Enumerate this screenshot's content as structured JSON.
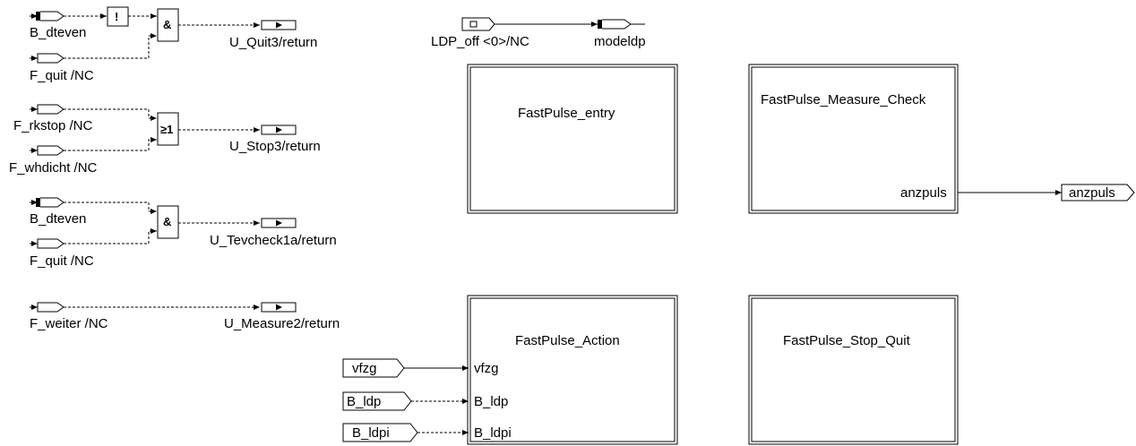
{
  "logic": {
    "quit3": {
      "in1": "B_dteven",
      "in2": "F_quit /NC",
      "not_symbol": "!",
      "op": "&",
      "out": "U_Quit3/return"
    },
    "stop3": {
      "in1": "F_rkstop /NC",
      "in2": "F_whdicht /NC",
      "op": "≥1",
      "out": "U_Stop3/return"
    },
    "tevcheck": {
      "in1": "B_dteven",
      "in2": "F_quit /NC",
      "op": "&",
      "out": "U_Tevcheck1a/return"
    },
    "measure": {
      "in": "F_weiter /NC",
      "out": "U_Measure2/return"
    }
  },
  "ldp": {
    "source": "LDP_off <0>/NC",
    "target": "modeldp"
  },
  "blocks": {
    "entry": {
      "title": "FastPulse_entry"
    },
    "measure_check": {
      "title": "FastPulse_Measure_Check",
      "port_out": "anzpuls",
      "outport": "anzpuls"
    },
    "action": {
      "title": "FastPulse_Action",
      "inputs": [
        {
          "source": "vfzg",
          "port": "vfzg"
        },
        {
          "source": "B_ldp",
          "port": "B_ldp"
        },
        {
          "source": "B_ldpi",
          "port": "B_ldpi"
        }
      ]
    },
    "stop_quit": {
      "title": "FastPulse_Stop_Quit"
    }
  }
}
